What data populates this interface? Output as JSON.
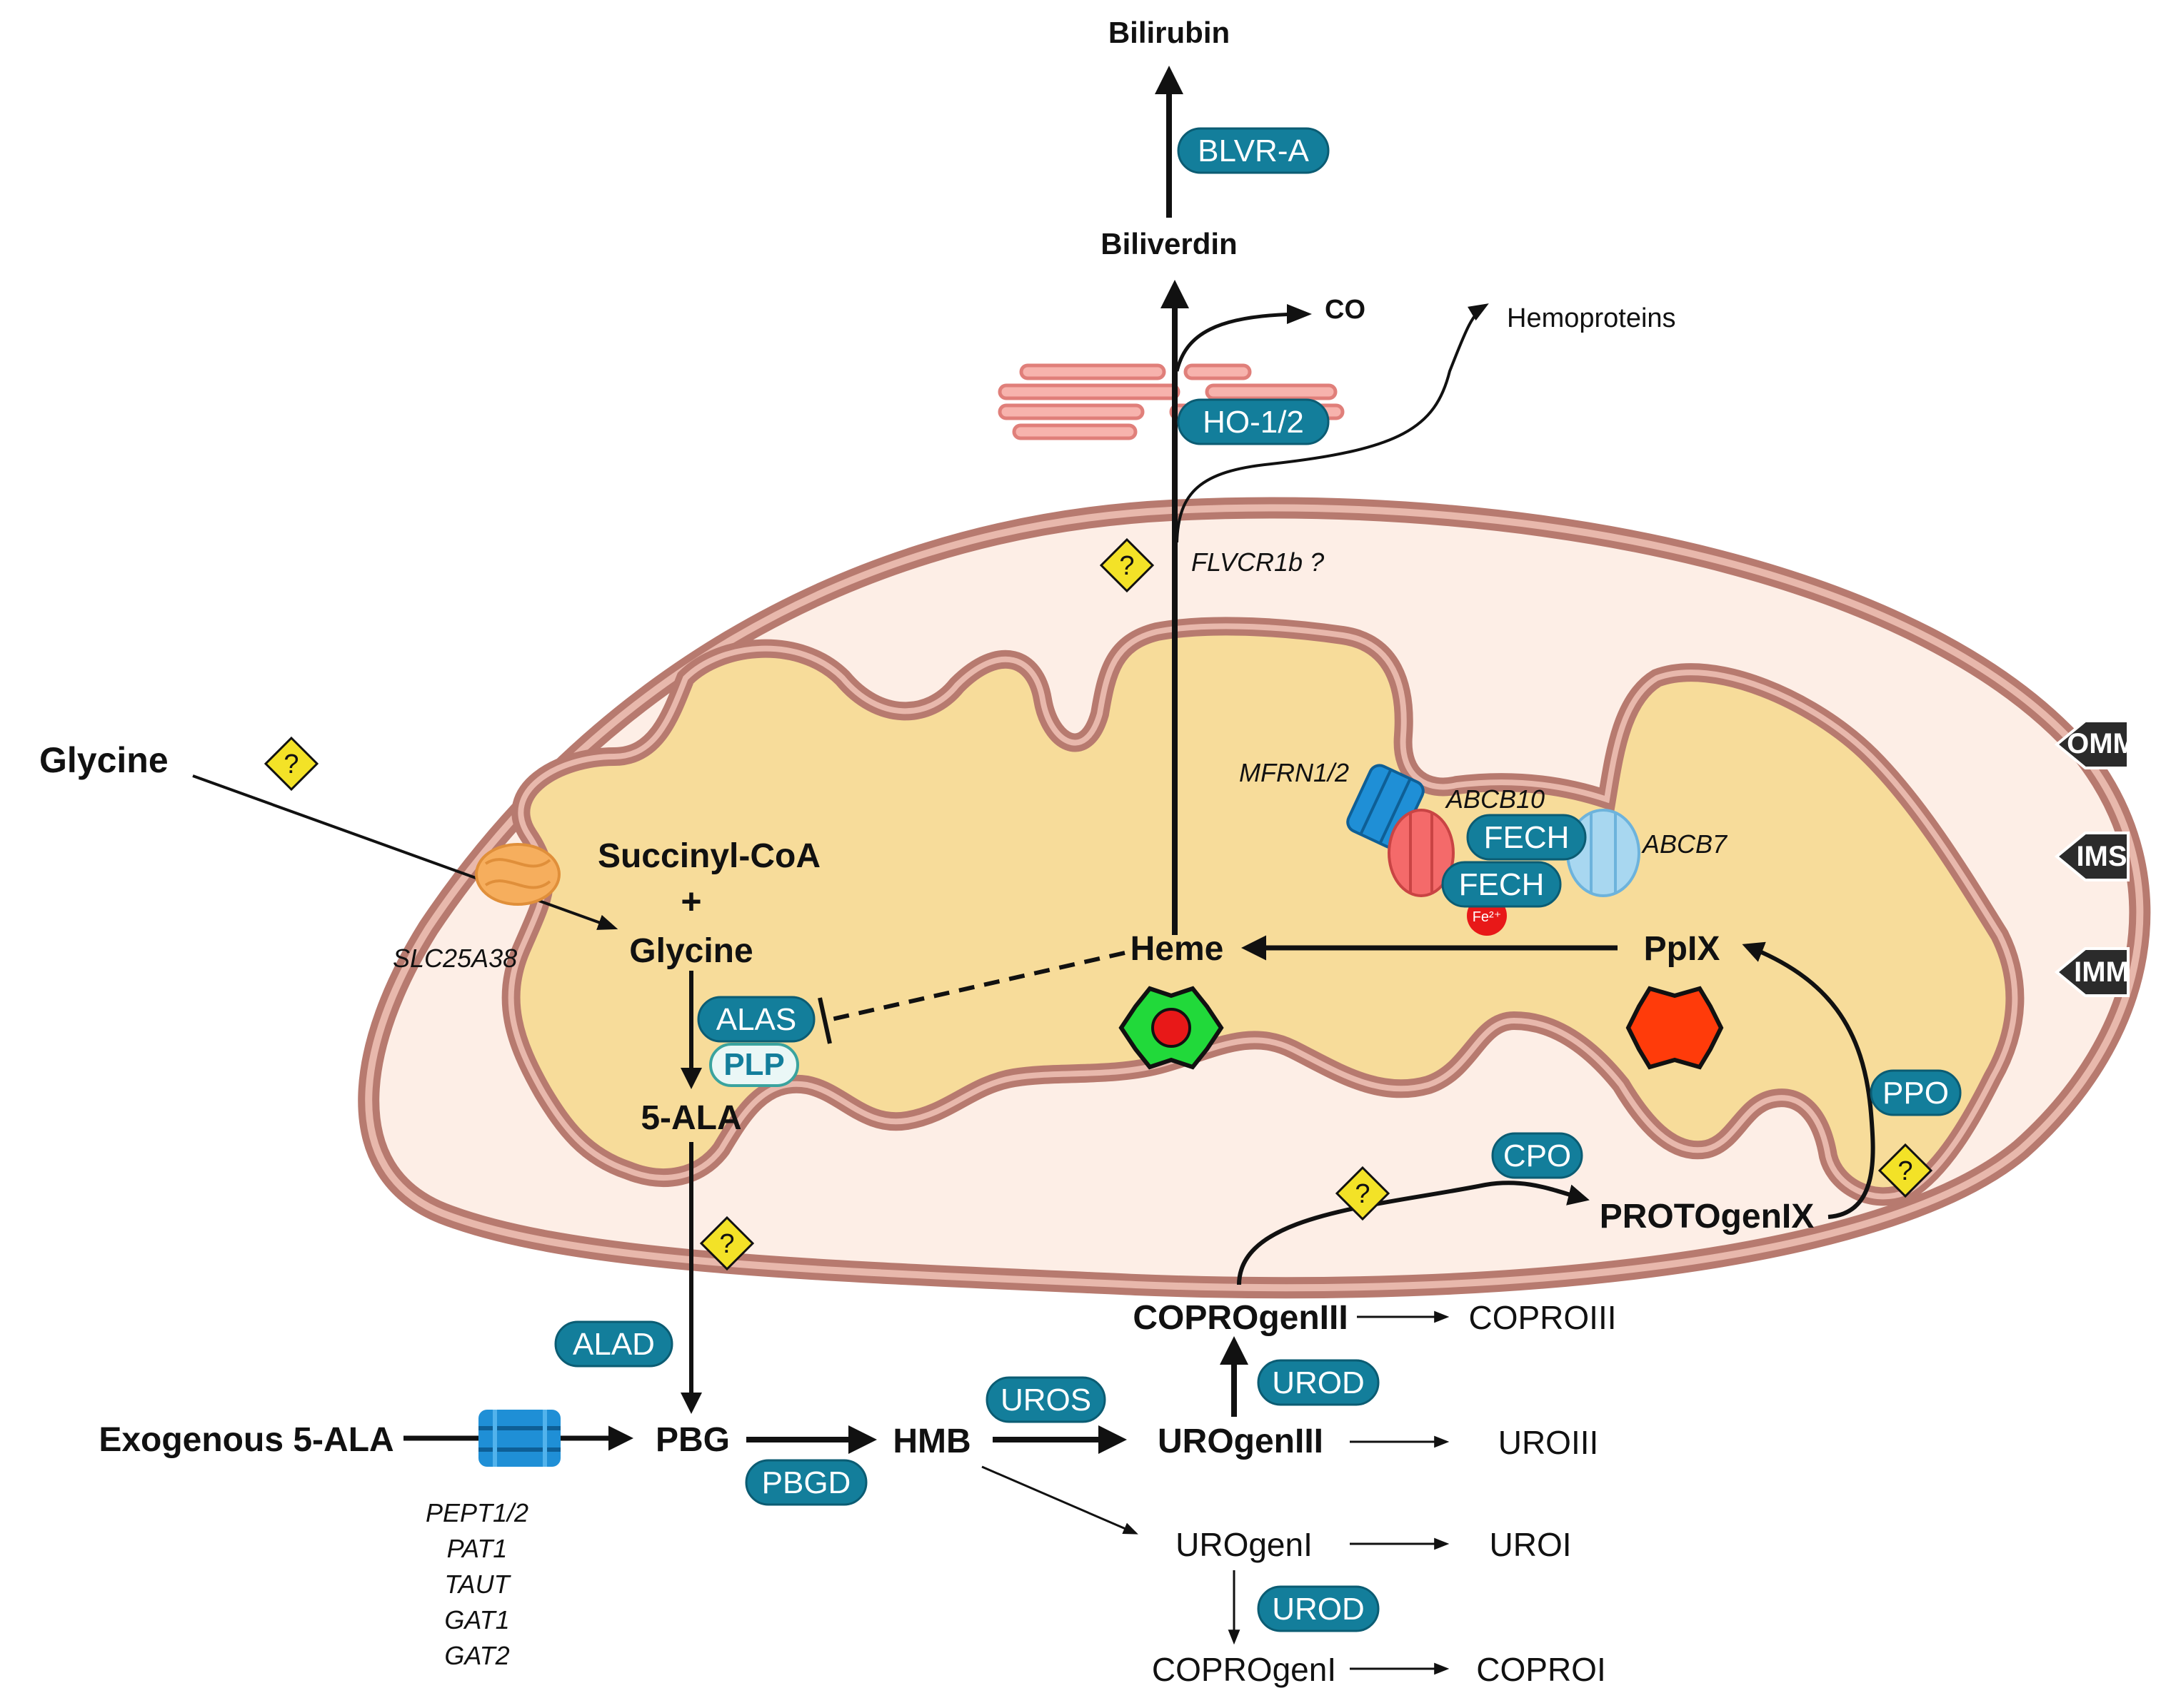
{
  "metabolites": {
    "bilirubin": "Bilirubin",
    "biliverdin": "Biliverdin",
    "co": "CO",
    "hemoproteins": "Hemoproteins",
    "glycine_outside": "Glycine",
    "succinyl_coa": "Succinyl-CoA",
    "plus": "+",
    "glycine_inside": "Glycine",
    "ala": "5-ALA",
    "heme": "Heme",
    "ppix": "PpIX",
    "protogenix": "PROTOgenIX",
    "exogenous_ala": "Exogenous 5-ALA",
    "pbg": "PBG",
    "hmb": "HMB",
    "urogeniii": "UROgenIII",
    "coprogeniii": "COPROgenIII",
    "coproiii": "COPROIII",
    "uroiii": "UROIII",
    "urogeni": "UROgenI",
    "uroi": "UROI",
    "coprogeni": "COPROgenI",
    "coproi": "COPROI"
  },
  "enzymes": {
    "blvra": "BLVR-A",
    "ho": "HO-1/2",
    "alas": "ALAS",
    "plp": "PLP",
    "fech_1": "FECH",
    "fech_2": "FECH",
    "ppo": "PPO",
    "cpo": "CPO",
    "alad": "ALAD",
    "uros": "UROS",
    "pbgd": "PBGD",
    "urod_1": "UROD",
    "urod_2": "UROD"
  },
  "transporters": {
    "flvcr1b": "FLVCR1b ?",
    "mfrn": "MFRN1/2",
    "abcb10": "ABCB10",
    "abcb7": "ABCB7",
    "slc25a38": "SLC25A38",
    "peptide_list": [
      "PEPT1/2",
      "PAT1",
      "TAUT",
      "GAT1",
      "GAT2"
    ]
  },
  "membrane_tags": {
    "omm": "OMM",
    "ims": "IMS",
    "imm": "IMM"
  },
  "badges": {
    "unknown_symbol": "?",
    "fe_label": "Fe²⁺"
  },
  "colors": {
    "enzyme_fill": "#137e9b",
    "outer_membrane": "#c8857a",
    "ims_fill": "#fdeee6",
    "matrix_fill": "#f7dc9a",
    "question_fill": "#f3e227",
    "tag_fill": "#2b2b2b",
    "heme_green": "#21d93a",
    "heme_red": "#e81818",
    "ppix_red": "#ff3b0a"
  }
}
